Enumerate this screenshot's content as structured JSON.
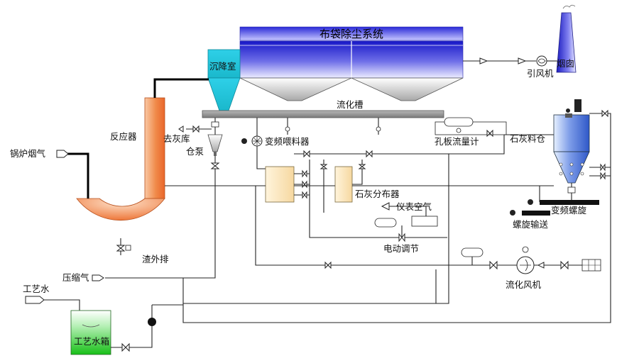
{
  "labels": {
    "bag_filter": "布袋除尘系统",
    "settling_chamber": "沉降室",
    "fan": "引风机",
    "chimney": "烟囱",
    "fluidization_tank": "流化槽",
    "reactor": "反应器",
    "to_ash_silo": "去灰库",
    "silo_pump": "仓泵",
    "vfd_feeder": "变频喂料器",
    "orifice_flowmeter": "孔板流量计",
    "lime_silo": "石灰料仓",
    "boiler_flue_gas": "锅炉烟气",
    "lime_distributor": "石灰分布器",
    "instrument_air": "仪表空气",
    "vfd_screw": "变频螺旋",
    "screw_conveyor": "螺旋输送",
    "electric_control": "电动调节",
    "slag_discharge": "渣外排",
    "compressed_air": "压缩气",
    "process_water": "工艺水",
    "fluidization_fan": "流化风机",
    "process_water_tank": "工艺水箱"
  },
  "colors": {
    "bag_filter_blue": "#2b2bd6",
    "settling_cyan": "#22cbe0",
    "reactor_orange": "#f07a3a",
    "tank_green": "#33cc33",
    "trough_gray": "#9a9a9a"
  },
  "icons": [
    "valve-icon",
    "arrow-icon",
    "fan-icon",
    "screw-feeder-icon",
    "pump-icon",
    "flowmeter-icon",
    "filter-icon"
  ]
}
